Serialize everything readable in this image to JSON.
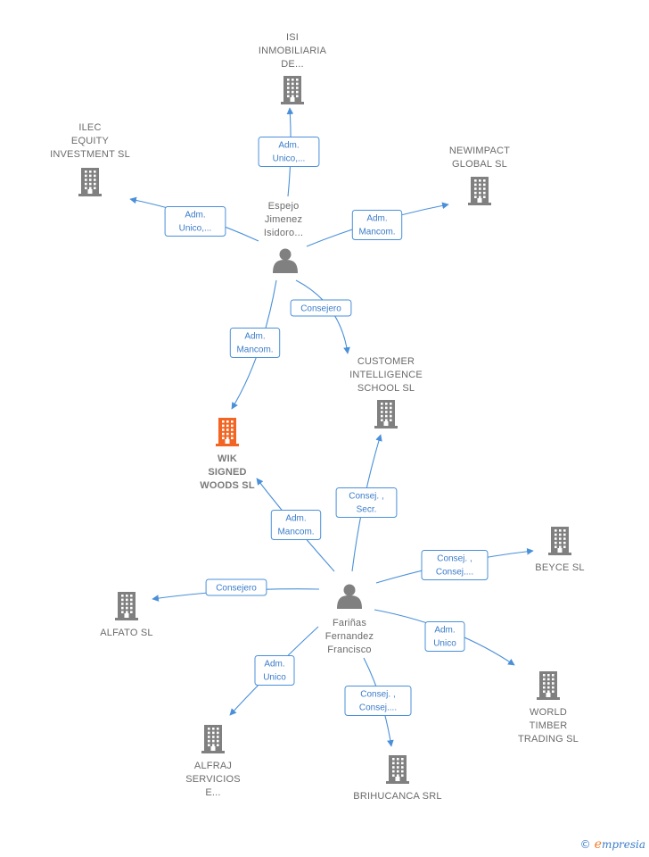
{
  "colors": {
    "company": "#808080",
    "focus_company": "#f26522",
    "person": "#808080",
    "edge": "#4a90d9",
    "edge_text": "#3a7cc9"
  },
  "nodes": [
    {
      "id": "isi",
      "type": "company",
      "icon": "building-icon",
      "lines": [
        "ISI",
        "INMOBILIARIA",
        "DE..."
      ]
    },
    {
      "id": "ilec",
      "type": "company",
      "icon": "building-icon",
      "lines": [
        "ILEC",
        "EQUITY",
        "INVESTMENT SL"
      ]
    },
    {
      "id": "newimpact",
      "type": "company",
      "icon": "building-icon",
      "lines": [
        "NEWIMPACT",
        "GLOBAL  SL"
      ]
    },
    {
      "id": "espejo",
      "type": "person",
      "icon": "person-icon",
      "lines": [
        "Espejo",
        "Jimenez",
        "Isidoro..."
      ]
    },
    {
      "id": "cis",
      "type": "company",
      "icon": "building-icon",
      "lines": [
        "CUSTOMER",
        "INTELLIGENCE",
        "SCHOOL  SL"
      ]
    },
    {
      "id": "wik",
      "type": "focus",
      "icon": "building-icon",
      "lines": [
        "WIK",
        "SIGNED",
        "WOODS  SL"
      ]
    },
    {
      "id": "beyce",
      "type": "company",
      "icon": "building-icon",
      "lines": [
        "BEYCE SL"
      ]
    },
    {
      "id": "alfato",
      "type": "company",
      "icon": "building-icon",
      "lines": [
        "ALFATO SL"
      ]
    },
    {
      "id": "farinas",
      "type": "person",
      "icon": "person-icon",
      "lines": [
        "Fariñas",
        "Fernandez",
        "Francisco"
      ]
    },
    {
      "id": "world",
      "type": "company",
      "icon": "building-icon",
      "lines": [
        "WORLD",
        "TIMBER",
        "TRADING  SL"
      ]
    },
    {
      "id": "alfraj",
      "type": "company",
      "icon": "building-icon",
      "lines": [
        "ALFRAJ",
        "SERVICIOS",
        "E..."
      ]
    },
    {
      "id": "brihucanca",
      "type": "company",
      "icon": "building-icon",
      "lines": [
        "BRIHUCANCA SRL"
      ]
    }
  ],
  "edges": [
    {
      "from": "espejo",
      "to": "isi",
      "lines": [
        "Adm.",
        "Unico,..."
      ]
    },
    {
      "from": "espejo",
      "to": "ilec",
      "lines": [
        "Adm.",
        "Unico,..."
      ]
    },
    {
      "from": "espejo",
      "to": "newimpact",
      "lines": [
        "Adm.",
        "Mancom."
      ]
    },
    {
      "from": "espejo",
      "to": "cis",
      "lines": [
        "Consejero"
      ]
    },
    {
      "from": "espejo",
      "to": "wik",
      "lines": [
        "Adm.",
        "Mancom."
      ]
    },
    {
      "from": "farinas",
      "to": "cis",
      "lines": [
        "Consej. ,",
        "Secr."
      ]
    },
    {
      "from": "farinas",
      "to": "wik",
      "lines": [
        "Adm.",
        "Mancom."
      ]
    },
    {
      "from": "farinas",
      "to": "beyce",
      "lines": [
        "Consej. ,",
        "Consej...."
      ]
    },
    {
      "from": "farinas",
      "to": "alfato",
      "lines": [
        "Consejero"
      ]
    },
    {
      "from": "farinas",
      "to": "world",
      "lines": [
        "Adm.",
        "Unico"
      ]
    },
    {
      "from": "farinas",
      "to": "alfraj",
      "lines": [
        "Adm.",
        "Unico"
      ]
    },
    {
      "from": "farinas",
      "to": "brihucanca",
      "lines": [
        "Consej. ,",
        "Consej...."
      ]
    }
  ],
  "brand": {
    "copyright": "©",
    "initial": "e",
    "rest": "mpresia"
  }
}
